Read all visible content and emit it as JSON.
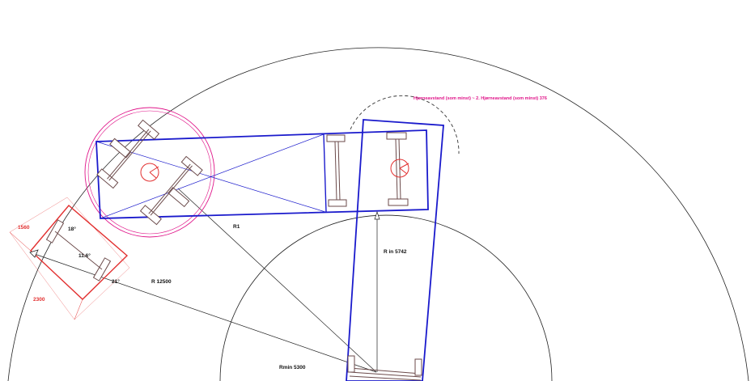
{
  "annotation": "Hjørneavstand (som minst) ~ 2. Hjørneavstand (som minst) 376",
  "labels": {
    "r1": "R1",
    "r_outer": "R 12500",
    "r_inner": "R in  5742",
    "r_min": "Rmin  5300",
    "angle_a": "18°",
    "angle_b": "11.6°",
    "angle_c": "21°",
    "dim_width": "1560",
    "dim_length": "2300"
  },
  "colors": {
    "trailer_outline": "#1a1acc",
    "tractor_outline": "#e23030",
    "turn_circle": "#e0168a",
    "annotation_text": "#e0168a",
    "wheels": "#6b4a4a",
    "construction_lines": "#222222"
  }
}
